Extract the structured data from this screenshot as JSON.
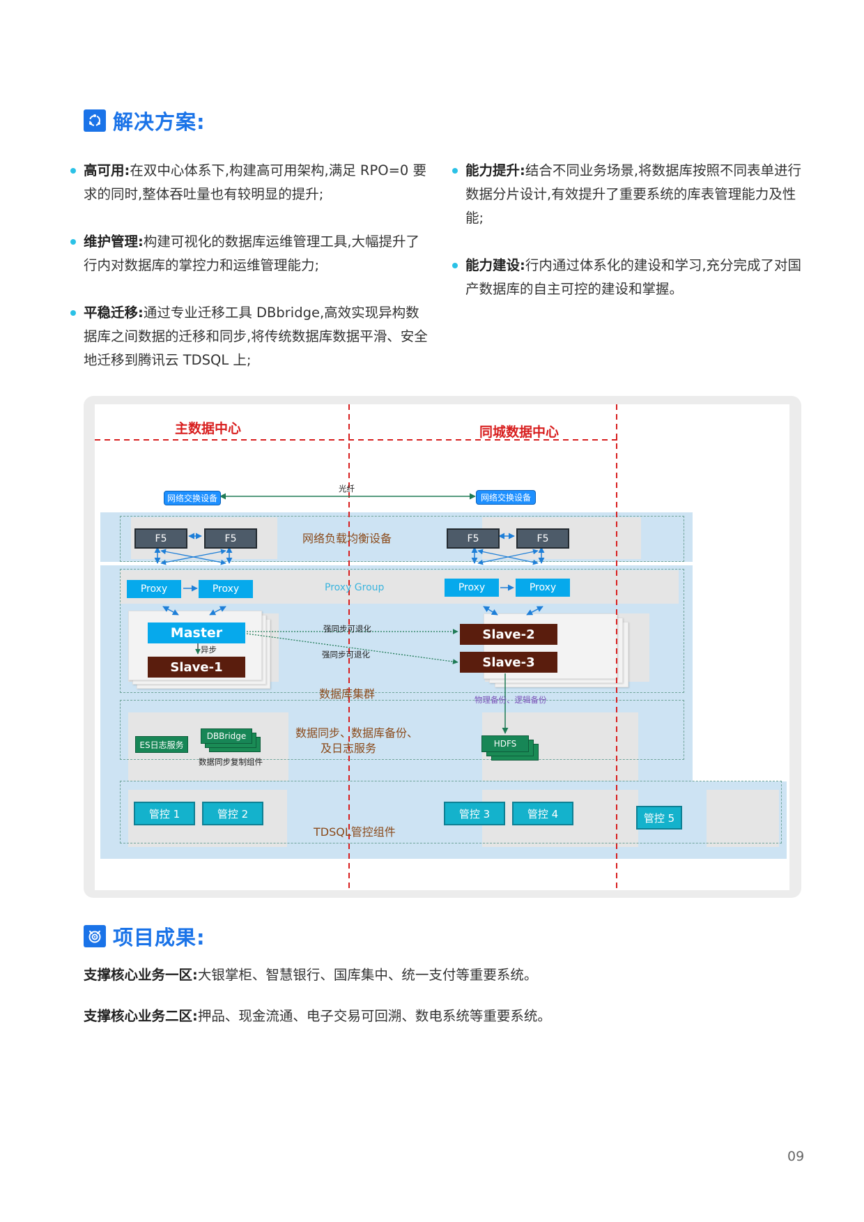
{
  "solution": {
    "title": "解决方案:",
    "items": [
      {
        "label": "高可用:",
        "text": "在双中心体系下,构建高可用架构,满足 RPO=0 要求的同时,整体吞吐量也有较明显的提升;"
      },
      {
        "label": "维护管理:",
        "text": "构建可视化的数据库运维管理工具,大幅提升了行内对数据库的掌控力和运维管理能力;"
      },
      {
        "label": "平稳迁移:",
        "text": "通过专业迁移工具 DBbridge,高效实现异构数据库之间数据的迁移和同步,将传统数据库数据平滑、安全地迁移到腾讯云 TDSQL 上;"
      },
      {
        "label": "能力提升:",
        "text": "结合不同业务场景,将数据库按照不同表单进行数据分片设计,有效提升了重要系统的库表管理能力及性能;"
      },
      {
        "label": "能力建设:",
        "text": "行内通过体系化的建设和学习,充分完成了对国产数据库的自主可控的建设和掌握。"
      }
    ]
  },
  "diagram": {
    "main_dc": "主数据中心",
    "city_dc": "同城数据中心",
    "fiber": "光纤",
    "net_switch": "网络交换设备",
    "lb_label": "网络负载均衡设备",
    "f5": "F5",
    "proxy": "Proxy",
    "proxy_group": "Proxy Group",
    "master": "Master",
    "async": "异步",
    "slave1": "Slave-1",
    "slave2": "Slave-2",
    "slave3": "Slave-3",
    "sync_degrade": "强同步可退化",
    "db_cluster": "数据库集群",
    "backup": "物理备份、逻辑备份",
    "es_service": "ES日志服务",
    "dbbridge": "DBBridge",
    "sync_component": "数据同步复制组件",
    "sync_backup_line1": "数据同步、数据库备份、",
    "sync_backup_line2": "及日志服务",
    "hdfs": "HDFS",
    "mgmt1": "管控 1",
    "mgmt2": "管控 2",
    "mgmt3": "管控 3",
    "mgmt4": "管控 4",
    "mgmt5": "管控 5",
    "tdsql_mgmt": "TDSQL管控组件"
  },
  "results": {
    "title": "项目成果:",
    "lines": [
      {
        "label": "支撑核心业务一区:",
        "text": "大银掌柜、智慧银行、国库集中、统一支付等重要系统。"
      },
      {
        "label": "支撑核心业务二区:",
        "text": "押品、现金流通、电子交易可回溯、数电系统等重要系统。"
      }
    ]
  },
  "page_number": "09",
  "colors": {
    "accent": "#1a73e8",
    "bullet": "#2ac1e6",
    "dc_red": "#d81e1e"
  }
}
